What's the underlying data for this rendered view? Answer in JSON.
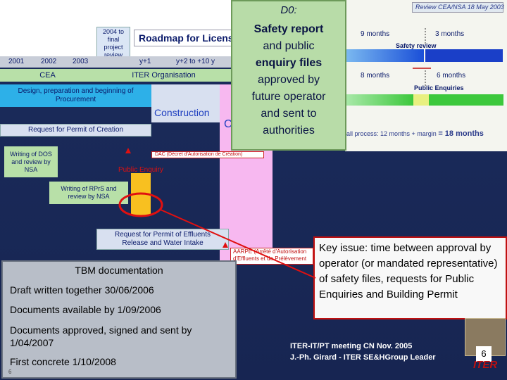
{
  "d0_callout": {
    "title": "D0:",
    "lines": [
      "Safety report",
      "and public",
      "enquiry files",
      "approved by",
      "future operator",
      "and sent to",
      "authorities"
    ]
  },
  "roadmap": {
    "title": "Roadmap for Licens",
    "project_review": [
      "2004 to",
      "final",
      "project",
      "review"
    ],
    "years": [
      "2001",
      "2002",
      "2003",
      "y+1",
      "y+2 to +10 y"
    ],
    "cea": "CEA",
    "iter_org": "ITER Organisation",
    "design": [
      "Design, preparation and beginning of",
      "Procurement"
    ],
    "construction": "Construction",
    "construction_partial": "C",
    "permit_creation": "Request for Permit of Creation",
    "dos": [
      "Writing of DOS",
      "and review by",
      "NSA"
    ],
    "dac": "DAC (Décret d'Autorisation de Création)",
    "public_enquiry": "Public Enquiry",
    "rprs": [
      "Writing of RPrS and",
      "review by NSA"
    ],
    "effluents": [
      "Request for Permit of Effluents",
      "Release and Water Intake"
    ],
    "aarpe": [
      "AARPE (Arrêté d'Autorisation",
      "d'Effluents et de Prélèvement"
    ]
  },
  "review_panel": {
    "header": "Review CEA/NSA 18 May 2003",
    "nine_months": "9 months",
    "three_months": "3 months",
    "safety_review": "Safety review",
    "eight_months": "8 months",
    "six_months": "6 months",
    "public_enquiries": "Public Enquiries",
    "overall": "all process:  12 months + margin",
    "overall_total": "= 18 months"
  },
  "tbm": {
    "title": "TBM documentation",
    "items": [
      "Draft written together 30/06/2006",
      "Documents available by 1/09/2006",
      "Documents approved, signed and sent by 1/04/2007",
      "First concrete 1/10/2008"
    ],
    "corner_num": "6"
  },
  "key_issue": {
    "text": "Key issue: time between approval by operator (or mandated representative) of safety files, requests for Public Enquiries and Building Permit"
  },
  "footer": {
    "line1": "ITER-IT/PT meeting CN Nov. 2005",
    "line2": "J.-Ph. Girard - ITER SE&HGroup Leader",
    "page": "6",
    "logo": "ITER"
  },
  "colors": {
    "accent_red": "#d01010",
    "blue_bar": "#1a4fd8",
    "green_bar": "#3cc83c",
    "pink": "#f7b8f0"
  }
}
